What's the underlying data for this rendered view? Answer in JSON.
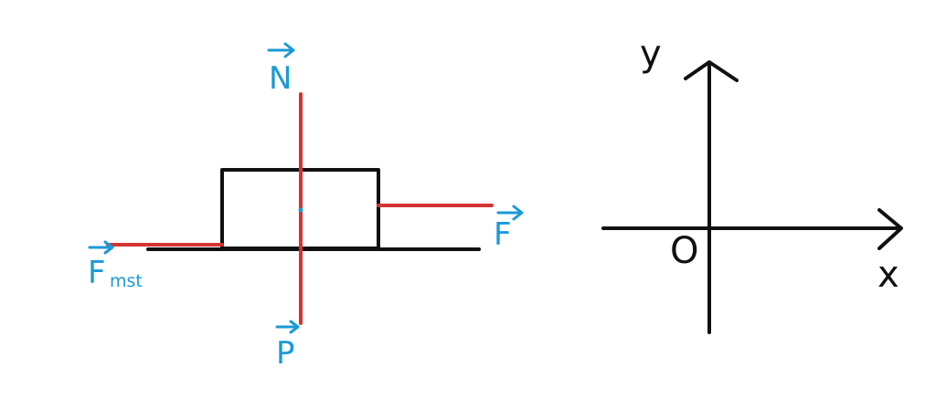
{
  "forces": {
    "normal": {
      "label": "N",
      "arrow": "→"
    },
    "weight": {
      "label": "P",
      "arrow": "→"
    },
    "applied": {
      "label": "F",
      "arrow": "→"
    },
    "friction": {
      "label": "F",
      "subscript": "mst",
      "arrow": "→"
    }
  },
  "axes": {
    "x_label": "x",
    "y_label": "y",
    "origin_label": "O"
  },
  "colors": {
    "force_line": "#d63333",
    "label": "#1a9ad6",
    "ink": "#111111"
  }
}
